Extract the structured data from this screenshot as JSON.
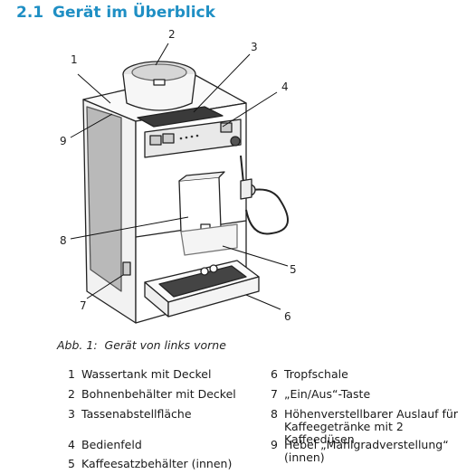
{
  "heading": {
    "number": "2.1",
    "title": "Gerät im Überblick"
  },
  "figure": {
    "callouts": [
      "1",
      "2",
      "3",
      "4",
      "5",
      "6",
      "7",
      "8",
      "9"
    ]
  },
  "caption": {
    "label": "Abb. 1:",
    "text": "Gerät von links vorne"
  },
  "legend": [
    {
      "number": "1",
      "text": "Wassertank mit Deckel"
    },
    {
      "number": "2",
      "text": "Bohnenbehälter mit Deckel"
    },
    {
      "number": "3",
      "text": "Tassenabstellfläche"
    },
    {
      "number": "4",
      "text": "Bedienfeld"
    },
    {
      "number": "5",
      "text": "Kaffeesatzbehälter (innen)"
    },
    {
      "number": "6",
      "text": "Tropfschale"
    },
    {
      "number": "7",
      "text": "„Ein/Aus“-Taste"
    },
    {
      "number": "8",
      "text": "Höhenverstellbarer Auslauf für Kaffeegetränke mit 2 Kaffeedüsen"
    },
    {
      "number": "9",
      "text": "Hebel „Mahlgradverstellung“ (innen)"
    }
  ]
}
